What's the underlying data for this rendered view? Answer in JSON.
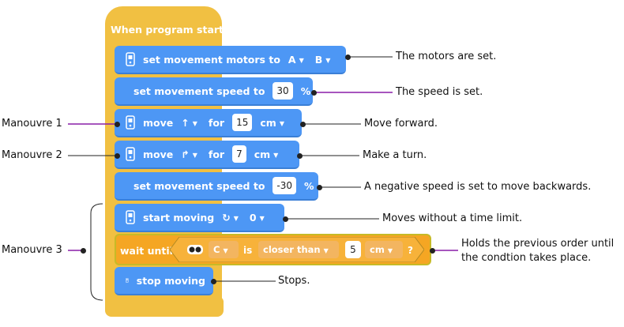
{
  "event": {
    "title": "When program starts"
  },
  "blocks": {
    "motors": {
      "text": "set movement motors to",
      "a": "A",
      "b": "B"
    },
    "speed1": {
      "text": "set movement speed to",
      "value": "30",
      "unit": "%"
    },
    "move1": {
      "text": "move",
      "dir": "↑",
      "for": "for",
      "value": "15",
      "unit": "cm"
    },
    "move2": {
      "text": "move",
      "dir": "↱",
      "for": "for",
      "value": "7",
      "unit": "cm"
    },
    "speed2": {
      "text": "set movement speed to",
      "value": "-30",
      "unit": "%"
    },
    "start": {
      "text": "start moving",
      "dir": "↻",
      "value": "0"
    },
    "wait": {
      "text": "wait until",
      "port": "C",
      "is": "is",
      "compare": "closer than",
      "value": "5",
      "unit": "cm",
      "q": "?"
    },
    "stop": {
      "text": "stop moving"
    }
  },
  "left_labels": {
    "m1": "Manouvre 1",
    "m2": "Manouvre 2",
    "m3": "Manouvre 3"
  },
  "notes": {
    "motors": "The motors are set.",
    "speed1": "The speed is set.",
    "move1": "Move forward.",
    "move2": "Make a turn.",
    "speed2": "A negative speed is set to move backwards.",
    "start": "Moves without a time limit.",
    "wait_line1": "Holds the previous order until",
    "wait_line2": "the condtion takes place.",
    "stop": "Stops."
  },
  "colors": {
    "event": "#f1c042",
    "motion": "#4d97f5",
    "control": "#f5a623",
    "highlight_line": "#8a1fa8"
  }
}
